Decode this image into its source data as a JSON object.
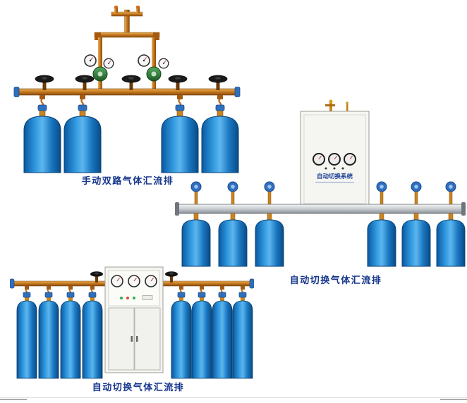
{
  "page": {
    "background": "#ffffff"
  },
  "captions": {
    "manual_dual": "手动双路气体汇流排",
    "auto_switch_right": "自动切换气体汇流排",
    "auto_switch_bottom": "自动切换气体汇流排"
  },
  "cabinet": {
    "label": "自动切换系统"
  },
  "colors": {
    "caption_text": "#16368c",
    "cylinder_blue": "#1472bb",
    "brass_pipe": "#c97c20",
    "cabinet_white": "#f5f5f1",
    "valve_handle_blue": "#2f6fbe",
    "handwheel_black": "#1a1a1a"
  }
}
